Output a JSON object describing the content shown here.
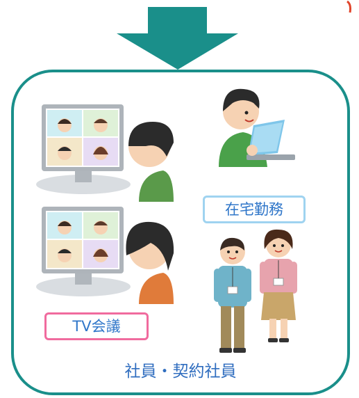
{
  "labels": {
    "remote_work": "在宅勤務",
    "tv_meeting": "TV会議",
    "staff": "社員・契約社員"
  },
  "colors": {
    "frame": "#1a8f8a",
    "arrow": "#1a8f8a",
    "remote_border": "#9fd3f0",
    "tv_border": "#f06b9e",
    "text": "#2f76c9"
  },
  "icons": [
    "down-arrow-icon",
    "video-conference-man-illustration",
    "video-conference-woman-illustration",
    "laptop-worker-illustration",
    "male-employee-illustration",
    "female-employee-illustration"
  ]
}
